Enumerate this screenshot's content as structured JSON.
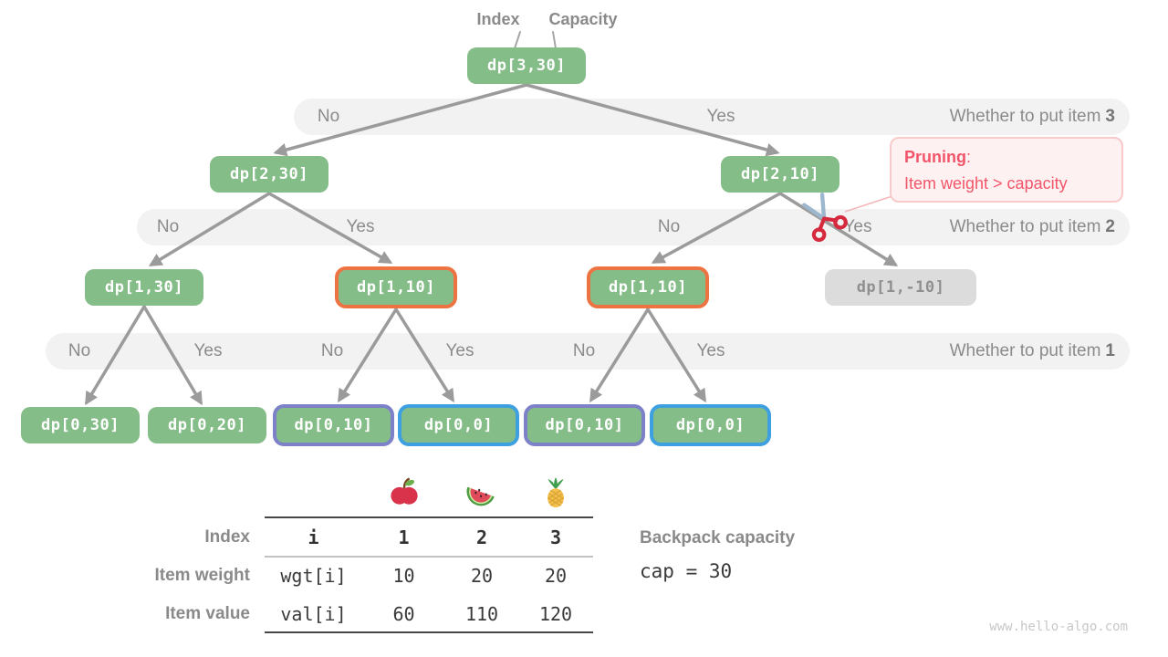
{
  "pointers": {
    "index": "Index",
    "capacity": "Capacity"
  },
  "nodes": [
    {
      "label": "dp[3,30]",
      "variant": "green"
    },
    {
      "label": "dp[2,30]",
      "variant": "green"
    },
    {
      "label": "dp[2,10]",
      "variant": "green"
    },
    {
      "label": "dp[1,30]",
      "variant": "green"
    },
    {
      "label": "dp[1,10]",
      "variant": "green-orange-border"
    },
    {
      "label": "dp[1,10]",
      "variant": "green-orange-border"
    },
    {
      "label": "dp[1,-10]",
      "variant": "gray-pruned"
    },
    {
      "label": "dp[0,30]",
      "variant": "green"
    },
    {
      "label": "dp[0,20]",
      "variant": "green"
    },
    {
      "label": "dp[0,10]",
      "variant": "green-purple-border"
    },
    {
      "label": "dp[0,0]",
      "variant": "green-blue-border"
    },
    {
      "label": "dp[0,10]",
      "variant": "green-purple-border"
    },
    {
      "label": "dp[0,0]",
      "variant": "green-blue-border"
    }
  ],
  "bands": [
    {
      "branches": [
        "No",
        "Yes"
      ],
      "question": "Whether to put item",
      "item": "3"
    },
    {
      "branches": [
        "No",
        "Yes",
        "No",
        "Yes"
      ],
      "question": "Whether to put item",
      "item": "2"
    },
    {
      "branches": [
        "No",
        "Yes",
        "No",
        "Yes",
        "No",
        "Yes"
      ],
      "question": "Whether to put item",
      "item": "1"
    }
  ],
  "edges": [
    {
      "from": "dp[3,30]",
      "to": "dp[2,30]",
      "branch": "No"
    },
    {
      "from": "dp[3,30]",
      "to": "dp[2,10]",
      "branch": "Yes"
    },
    {
      "from": "dp[2,30]",
      "to": "dp[1,30]",
      "branch": "No"
    },
    {
      "from": "dp[2,30]",
      "to": "dp[1,10]",
      "branch": "Yes"
    },
    {
      "from": "dp[2,10]",
      "to": "dp[1,10]",
      "branch": "No"
    },
    {
      "from": "dp[2,10]",
      "to": "dp[1,-10]",
      "branch": "Yes",
      "pruned": true
    },
    {
      "from": "dp[1,30]",
      "to": "dp[0,30]",
      "branch": "No"
    },
    {
      "from": "dp[1,30]",
      "to": "dp[0,20]",
      "branch": "Yes"
    },
    {
      "from": "dp[1,10]",
      "to": "dp[0,10]",
      "branch": "No"
    },
    {
      "from": "dp[1,10]",
      "to": "dp[0,0]",
      "branch": "Yes"
    },
    {
      "from": "dp[1,10]",
      "to": "dp[0,10]",
      "branch": "No"
    },
    {
      "from": "dp[1,10]",
      "to": "dp[0,0]",
      "branch": "Yes"
    }
  ],
  "pruning": {
    "title": "Pruning",
    "separator": ":",
    "detail": "Item weight > capacity",
    "icon": "scissors-icon"
  },
  "items_table": {
    "fruit_icons": [
      "apple-icon",
      "watermelon-icon",
      "pineapple-icon"
    ],
    "row_labels": [
      "Index",
      "Item weight",
      "Item value"
    ],
    "header": {
      "key": "i",
      "values": [
        "1",
        "2",
        "3"
      ]
    },
    "weight": {
      "key": "wgt[i]",
      "values": [
        "10",
        "20",
        "20"
      ]
    },
    "value": {
      "key": "val[i]",
      "values": [
        "60",
        "110",
        "120"
      ]
    }
  },
  "capacity_info": {
    "label": "Backpack capacity",
    "value": "cap = 30"
  },
  "watermark": "www.hello-algo.com",
  "colors": {
    "node_green": "#85bd88",
    "highlight_orange": "#ee7342",
    "highlight_purple": "#7c81c8",
    "highlight_blue": "#3ea0e0",
    "pruned_gray": "#dcdcdc",
    "band_gray": "#f2f2f2",
    "prune_red": "#f25569",
    "edge_gray": "#9b9b9b"
  }
}
